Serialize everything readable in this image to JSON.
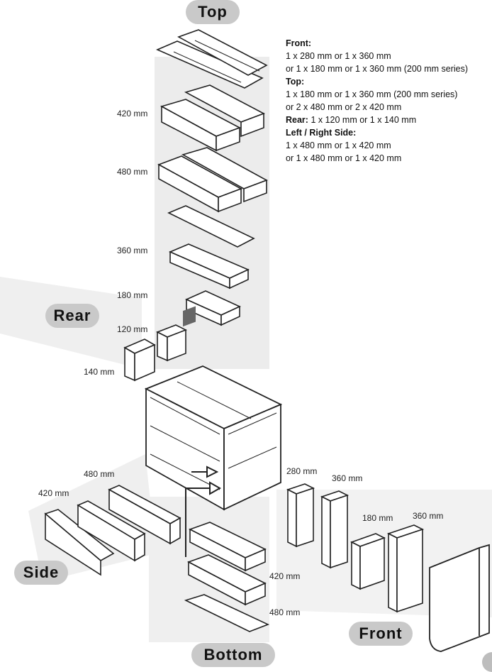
{
  "sections": {
    "top": "Top",
    "rear": "Rear",
    "side": "Side",
    "front": "Front",
    "bottom": "Bottom"
  },
  "specs": {
    "front_heading": "Front:",
    "front_line1": "1 x 280 mm or 1 x 360 mm",
    "front_line2": "or 1 x 180 mm or 1 x 360 mm (200 mm series)",
    "top_heading": "Top:",
    "top_line1": "1 x 180 mm or 1 x 360 mm (200 mm series)",
    "top_line2": "or 2 x 480 mm  or 2 x 420 mm",
    "rear_heading": "Rear:",
    "rear_value": " 1 x 120 mm or 1 x 140 mm",
    "side_heading": "Left / Right Side:",
    "side_line1": "1 x 480 mm or 1 x 420 mm",
    "side_line2": "or 1 x 480 mm or 1 x 420 mm"
  },
  "radiator_labels": {
    "top_420": "420 mm",
    "top_480": "480 mm",
    "top_360": "360 mm",
    "top_180": "180 mm",
    "rear_120": "120 mm",
    "rear_140": "140 mm",
    "side_480": "480 mm",
    "side_420": "420 mm",
    "front_280": "280 mm",
    "front_360": "360 mm",
    "front_180": "180 mm",
    "front_360b": "360 mm",
    "bottom_420": "420 mm",
    "bottom_480": "480 mm"
  }
}
